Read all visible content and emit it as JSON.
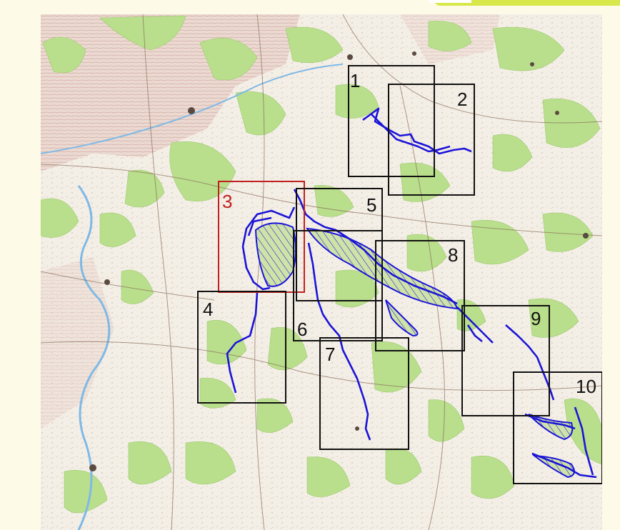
{
  "map": {
    "colors": {
      "paper": "#f4efe6",
      "forest": "#b9df8c",
      "forest_dark": "#a9d47a",
      "relief": "#cf9f97",
      "water": "#7fb9e6",
      "flood_line": "#1c14d8",
      "flood_fill": "#cfe3a8",
      "frame_default": "#111111",
      "frame_highlight": "#c22020",
      "label_default": "#111111",
      "label_highlight": "#c22020"
    },
    "map_sheets": [
      {
        "id": 1,
        "label": "1",
        "highlighted": false
      },
      {
        "id": 2,
        "label": "2",
        "highlighted": false
      },
      {
        "id": 3,
        "label": "3",
        "highlighted": true
      },
      {
        "id": 4,
        "label": "4",
        "highlighted": false
      },
      {
        "id": 5,
        "label": "5",
        "highlighted": false
      },
      {
        "id": 6,
        "label": "6",
        "highlighted": false
      },
      {
        "id": 7,
        "label": "7",
        "highlighted": false
      },
      {
        "id": 8,
        "label": "8",
        "highlighted": false
      },
      {
        "id": 9,
        "label": "9",
        "highlighted": false
      },
      {
        "id": 10,
        "label": "10",
        "highlighted": false
      }
    ]
  }
}
